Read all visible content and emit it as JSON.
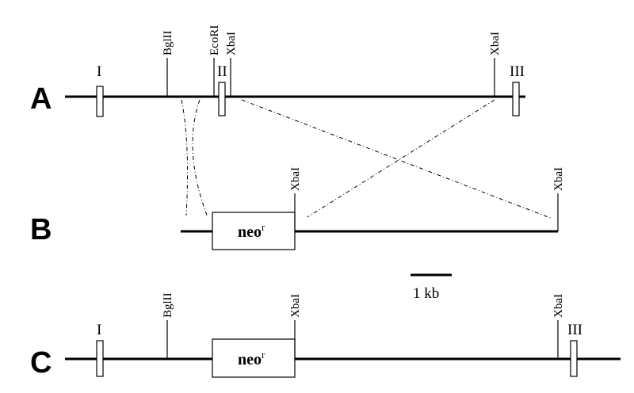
{
  "rows": {
    "a": {
      "label": "A"
    },
    "b": {
      "label": "B"
    },
    "c": {
      "label": "C"
    }
  },
  "sites": {
    "bglII": "BglII",
    "ecoRI": "EcoRI",
    "xbaI": "XbaI"
  },
  "exons": {
    "one": "I",
    "two": "II",
    "three": "III"
  },
  "neo": {
    "name": "neo",
    "superscript": "r"
  },
  "scale_bar": {
    "label": "1 kb"
  }
}
